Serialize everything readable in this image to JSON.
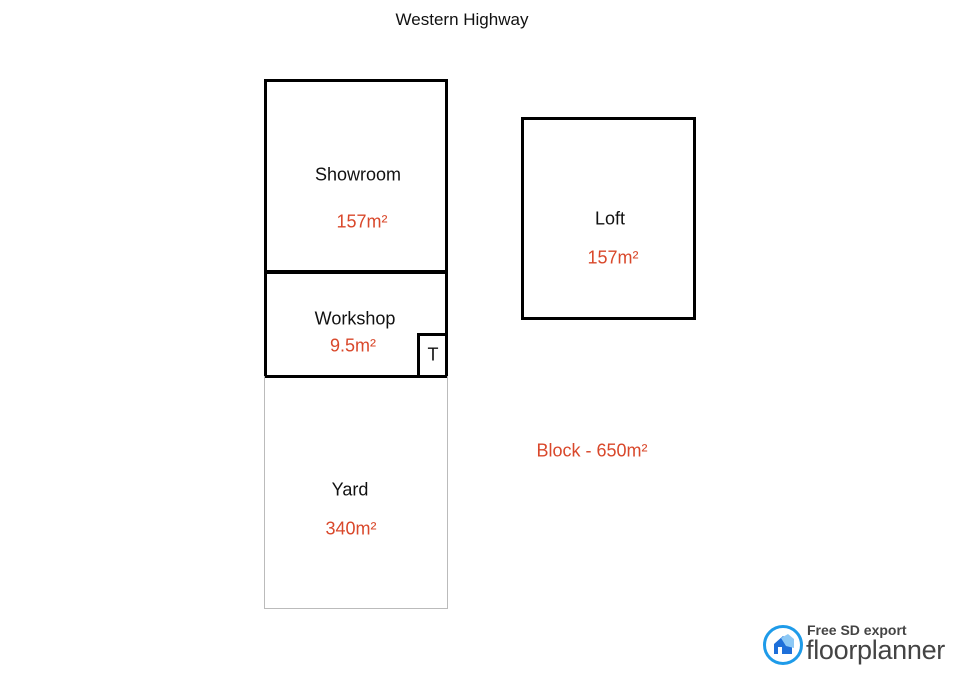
{
  "street": "Western Highway",
  "rooms": {
    "showroom": {
      "label": "Showroom",
      "area": "157m²"
    },
    "workshop": {
      "label": "Workshop",
      "area": "9.5m²"
    },
    "toilet": {
      "label": "T"
    },
    "yard": {
      "label": "Yard",
      "area": "340m²"
    },
    "loft": {
      "label": "Loft",
      "area": "157m²"
    }
  },
  "block": "Block - 650m²",
  "watermark": {
    "top": "Free SD export",
    "brand": "floorplanner"
  },
  "colors": {
    "area": "#d9482b",
    "brand": "#1e9be9"
  }
}
